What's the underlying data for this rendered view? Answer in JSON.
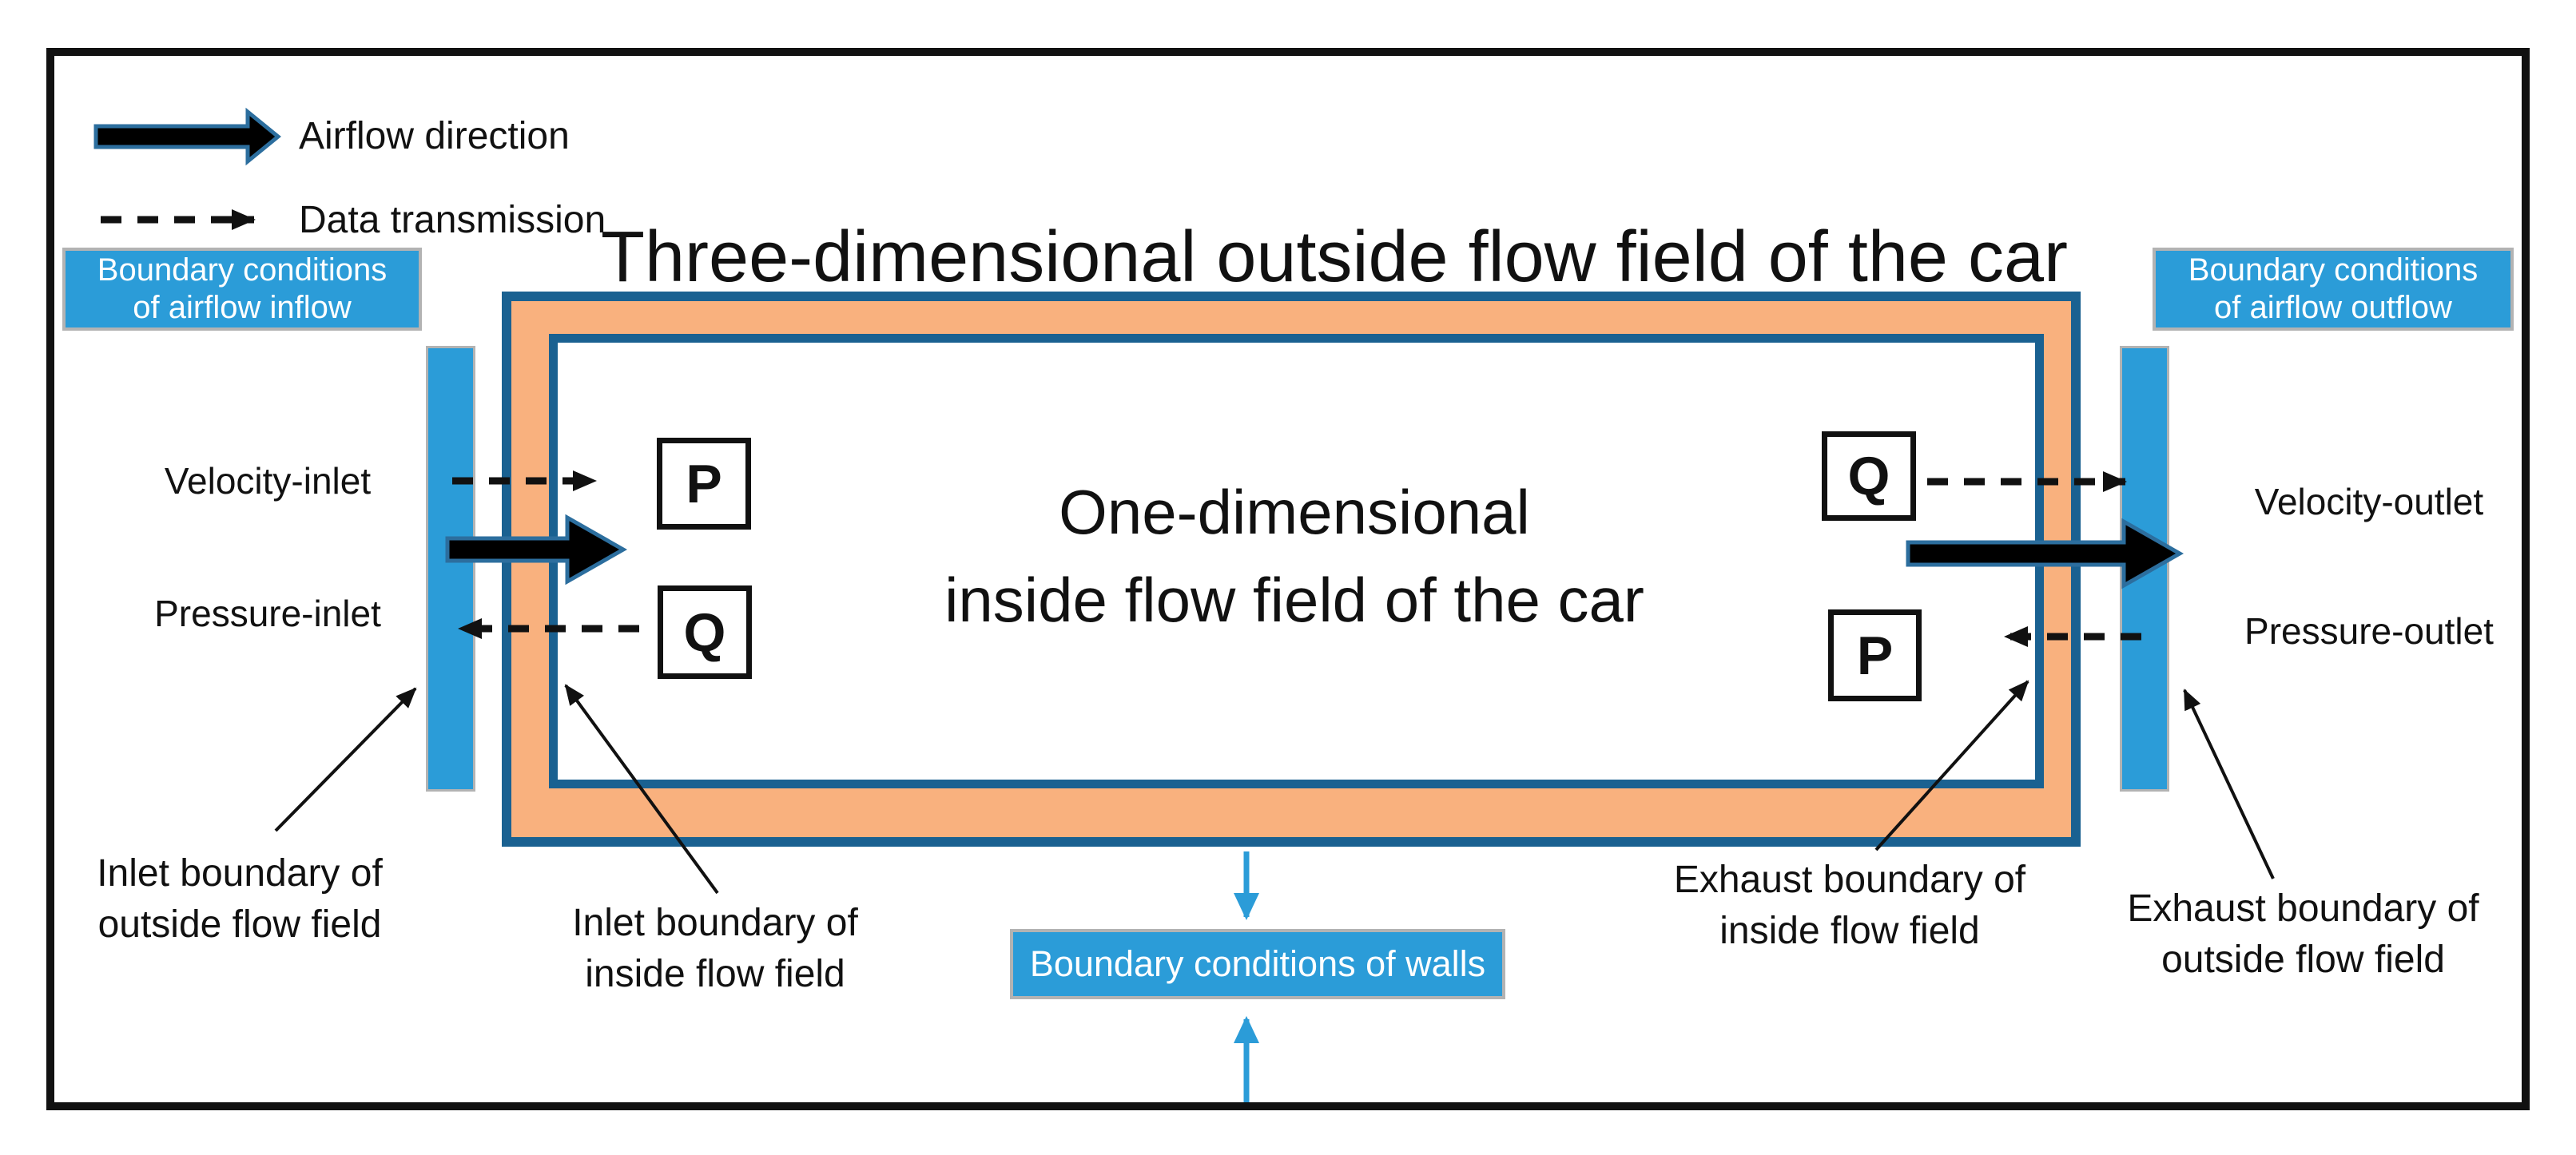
{
  "title": "Three-dimensional outside flow field of the car",
  "inner": {
    "line1": "One-dimensional",
    "line2": "inside flow field of the car"
  },
  "legend": {
    "airflow_label": "Airflow direction",
    "data_label": "Data transmission"
  },
  "boxes": {
    "inflow": {
      "line1": "Boundary conditions",
      "line2": "of airflow inflow"
    },
    "outflow": {
      "line1": "Boundary conditions",
      "line2": "of airflow outflow"
    },
    "walls": {
      "label": "Boundary conditions of walls"
    }
  },
  "ports": {
    "left_top": "P",
    "left_bottom": "Q",
    "right_top": "Q",
    "right_bottom": "P"
  },
  "side_labels": {
    "velocity_inlet": "Velocity-inlet",
    "pressure_inlet": "Pressure-inlet",
    "velocity_outlet": "Velocity-outlet",
    "pressure_outlet": "Pressure-outlet"
  },
  "bottom_labels": {
    "inlet_outside": {
      "line1": "Inlet boundary of",
      "line2": "outside flow field"
    },
    "inlet_inside": {
      "line1": "Inlet boundary of",
      "line2": "inside flow field"
    },
    "exhaust_inside": {
      "line1": "Exhaust boundary of",
      "line2": "inside flow field"
    },
    "exhaust_outside": {
      "line1": "Exhaust boundary of",
      "line2": "outside flow field"
    }
  },
  "colors": {
    "frame_black": "#111111",
    "border_blue": "#1A6191",
    "orange_fill": "#F9B17E",
    "accent_blue": "#2B9CD8",
    "box_border_gray": "#B3B3B3",
    "arrow_outline_blue": "#2C6E9E"
  }
}
